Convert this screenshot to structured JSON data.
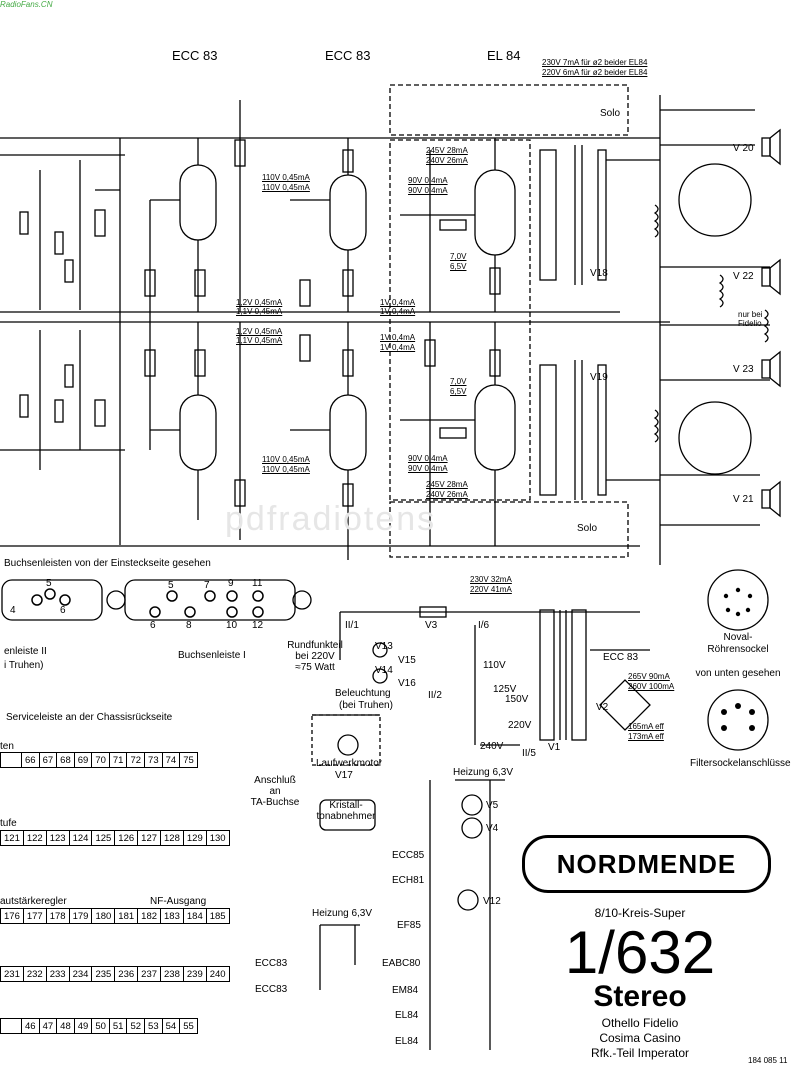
{
  "watermark": "RadioFans.CN",
  "watermark_center": "pdfradiotens",
  "tubes_top": [
    "ECC 83",
    "ECC 83",
    "EL 84"
  ],
  "voltage_top": [
    "230V 7mA für ø2 beider EL84",
    "220V 6mA für ø2 beider EL84"
  ],
  "solo": "Solo",
  "speakers": [
    "V 20",
    "V 22",
    "V 23",
    "V 21"
  ],
  "speaker_note": "nur bei Fidelio",
  "meas": {
    "a1": "110V 0,45mA",
    "a2": "110V 0,45mA",
    "b1": "1,2V 0,45mA",
    "b2": "1,1V 0,45mA",
    "c1": "1,2V 0,45mA",
    "c2": "1,1V 0,45mA",
    "d1": "110V 0,45mA",
    "d2": "110V 0,45mA",
    "e1": "90V 0,4mA",
    "e2": "90V 0,4mA",
    "f1": "1V 0,4mA",
    "f2": "1V 0,4mA",
    "g1": "1V 0,4mA",
    "g2": "1V 0,4mA",
    "h1": "90V 0,4mA",
    "h2": "90V 0,4mA",
    "i1": "245V 28mA",
    "i2": "240V 26mA",
    "j1": "245V 28mA",
    "j2": "240V 26mA",
    "k1": "7,0V",
    "k2": "6,5V",
    "l1": "7,0V",
    "l2": "6,5V",
    "m1": "230V 32mA",
    "m2": "220V 41mA",
    "n1": "265V 90mA",
    "n2": "260V 100mA",
    "o1": "165mA eff",
    "o2": "173mA eff"
  },
  "transformers": [
    "V18",
    "V19"
  ],
  "connectors": {
    "heading": "Buchsenleisten von der Einsteckseite gesehen",
    "leiste1_label": "Buchsenleiste I",
    "leiste2_label": "enleiste II",
    "truhen": "i Truhen)",
    "pins_left": [
      "5",
      "4",
      "6"
    ],
    "pins_right_top": [
      "5",
      "7",
      "9",
      "11"
    ],
    "pins_right_bottom": [
      "6",
      "8",
      "10",
      "12"
    ]
  },
  "noval": [
    "Noval-",
    "Röhrensockel",
    "von unten gesehen"
  ],
  "filter_label": "Filtersockelanschlüsse",
  "power": {
    "rundfunk": [
      "Rundfunkteil",
      "bei 220V",
      "≈75 Watt"
    ],
    "beleuchtung": [
      "Beleuchtung",
      "(bei Truhen)"
    ],
    "laufwerk": "Laufwerkmotor",
    "anschluss": [
      "Anschluß",
      "an",
      "TA-Buchse"
    ],
    "kristall": [
      "V17",
      "Kristall-",
      "tonabnehmer"
    ],
    "volts": [
      "110V",
      "125V",
      "150V",
      "220V",
      "240V"
    ],
    "fuse": "V3",
    "tube": "ECC 83",
    "rect": [
      "V2",
      "V1"
    ],
    "lamps": [
      "V13",
      "V14",
      "V15",
      "V16"
    ],
    "switch": [
      "II/1",
      "I/6",
      "II/2",
      "II/5"
    ]
  },
  "heizung": [
    "Heizung 6,3V",
    "Heizung 6,3V"
  ],
  "heater_tubes": [
    "ECC85",
    "ECH81",
    "EF85",
    "EABC80",
    "EM84",
    "EL84",
    "EL84"
  ],
  "heater_lamps": [
    "V5",
    "V4",
    "V12"
  ],
  "heater_small": [
    "ECC83",
    "ECC83"
  ],
  "service": {
    "title": "Serviceleiste an der Chassisrückseite",
    "row1_head": "ten",
    "row1": [
      "66",
      "67",
      "68",
      "69",
      "70",
      "71",
      "72",
      "73",
      "74",
      "75"
    ],
    "row2_head": "tufe",
    "row2": [
      "121",
      "122",
      "123",
      "124",
      "125",
      "126",
      "127",
      "128",
      "129",
      "130"
    ],
    "row3_head": "autstärkeregler",
    "row3_head2": "NF-Ausgang",
    "row3": [
      "176",
      "177",
      "178",
      "179",
      "180",
      "181",
      "182",
      "183",
      "184",
      "185"
    ],
    "row4": [
      "231",
      "232",
      "233",
      "234",
      "235",
      "236",
      "237",
      "238",
      "239",
      "240"
    ],
    "row5": [
      "46",
      "47",
      "48",
      "49",
      "50",
      "51",
      "52",
      "53",
      "54",
      "55"
    ]
  },
  "brand": "NORDMENDE",
  "model": {
    "super": "8/10-Kreis-Super",
    "number": "1/632",
    "stereo": "Stereo",
    "names": [
      "Othello Fidelio",
      "Cosima Casino",
      "Rfk.-Teil Imperator"
    ],
    "code": "184 085 11"
  }
}
